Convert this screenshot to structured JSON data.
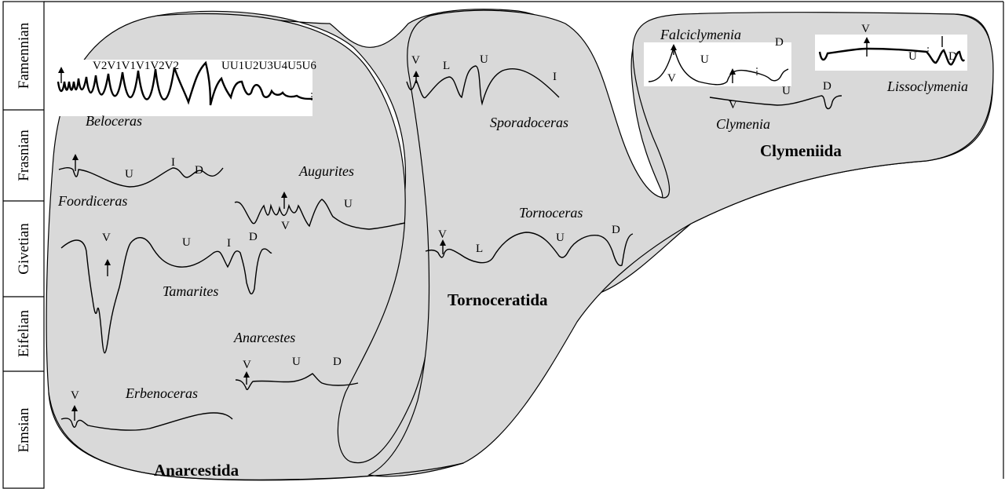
{
  "stages": [
    "Famennian",
    "Frasnian",
    "Givetian",
    "Eifelian",
    "Emsian"
  ],
  "orders": {
    "anarcestida": "Anarcestida",
    "tornoceratida": "Tornoceratida",
    "clymeniida": "Clymeniida"
  },
  "genera": {
    "beloceras": "Beloceras",
    "foordiceras": "Foordiceras",
    "augurites": "Augurites",
    "tamarites": "Tamarites",
    "anarcestes": "Anarcestes",
    "erbenoceras": "Erbenoceras",
    "sporadoceras": "Sporadoceras",
    "tornoceras": "Tornoceras",
    "falciclymenia": "Falciclymenia",
    "clymenia": "Clymenia",
    "lissoclymenia": "Lissoclymenia"
  },
  "lobes": {
    "V": "V",
    "U": "U",
    "I": "I",
    "D": "D",
    "L": "L"
  },
  "beloceras_lobes": {
    "left": "V2V1V1V1V2V2",
    "right": "UU1U2U3U4U5U6"
  }
}
